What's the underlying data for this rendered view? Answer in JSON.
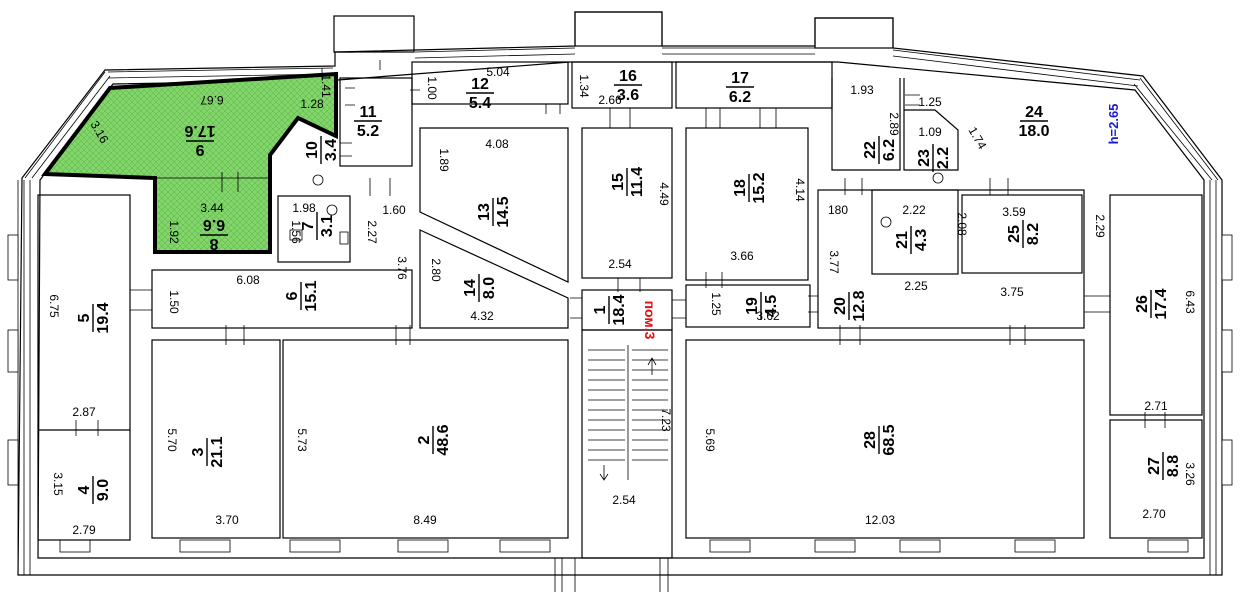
{
  "plan": {
    "height_label": "h=2.65",
    "premise_label": "пом.3",
    "highlight_color": "#7ed46a",
    "rooms": [
      {
        "id": "room-1",
        "num": "1",
        "area": "18.4",
        "rot": -90
      },
      {
        "id": "room-2",
        "num": "2",
        "area": "48.6",
        "rot": -90
      },
      {
        "id": "room-3",
        "num": "3",
        "area": "21.1",
        "rot": -90
      },
      {
        "id": "room-4",
        "num": "4",
        "area": "9.0",
        "rot": -90
      },
      {
        "id": "room-5",
        "num": "5",
        "area": "19.4",
        "rot": -90
      },
      {
        "id": "room-6",
        "num": "6",
        "area": "15.1",
        "rot": -90
      },
      {
        "id": "room-7",
        "num": "7",
        "area": "3.1",
        "rot": -90
      },
      {
        "id": "room-8",
        "num": "8",
        "area": "6.6",
        "rot": 180
      },
      {
        "id": "room-9",
        "num": "9",
        "area": "17.6",
        "rot": 180
      },
      {
        "id": "room-10",
        "num": "10",
        "area": "3.4",
        "rot": -90
      },
      {
        "id": "room-11",
        "num": "11",
        "area": "5.2",
        "rot": 0
      },
      {
        "id": "room-12",
        "num": "12",
        "area": "5.4",
        "rot": 0
      },
      {
        "id": "room-13",
        "num": "13",
        "area": "14.5",
        "rot": -90
      },
      {
        "id": "room-14",
        "num": "14",
        "area": "8.0",
        "rot": -90
      },
      {
        "id": "room-15",
        "num": "15",
        "area": "11.4",
        "rot": -90
      },
      {
        "id": "room-16",
        "num": "16",
        "area": "3.6",
        "rot": 0
      },
      {
        "id": "room-17",
        "num": "17",
        "area": "6.2",
        "rot": 0
      },
      {
        "id": "room-18",
        "num": "18",
        "area": "15.2",
        "rot": -90
      },
      {
        "id": "room-19",
        "num": "19",
        "area": "4.5",
        "rot": -90
      },
      {
        "id": "room-20",
        "num": "20",
        "area": "12.8",
        "rot": -90
      },
      {
        "id": "room-21",
        "num": "21",
        "area": "4.3",
        "rot": -90
      },
      {
        "id": "room-22",
        "num": "22",
        "area": "6.2",
        "rot": -90
      },
      {
        "id": "room-23",
        "num": "23",
        "area": "2.2",
        "rot": -90
      },
      {
        "id": "room-24",
        "num": "24",
        "area": "18.0",
        "rot": 0
      },
      {
        "id": "room-25",
        "num": "25",
        "area": "8.2",
        "rot": -90
      },
      {
        "id": "room-26",
        "num": "26",
        "area": "17.4",
        "rot": -90
      },
      {
        "id": "room-27",
        "num": "27",
        "area": "8.8",
        "rot": -90
      },
      {
        "id": "room-28",
        "num": "28",
        "area": "68.5",
        "rot": -90
      }
    ],
    "dimensions": [
      "6.67",
      "3.16",
      "1.41",
      "1.28",
      "3.44",
      "1.92",
      "1.00",
      "5.04",
      "1.34",
      "2.66",
      "1.93",
      "1.25",
      "2.89",
      "1.09",
      "1.74",
      "4.08",
      "1.89",
      "1.98",
      "1.56",
      "1.60",
      "2.27",
      "3.76",
      "2.80",
      "4.32",
      "4.49",
      "2.54",
      "4.14",
      "3.66",
      "180",
      "2.22",
      "2.08",
      "3.59",
      "2.29",
      "3.77",
      "2.25",
      "3.75",
      "1.25",
      "3.62",
      "6.43",
      "6.08",
      "1.50",
      "6.75",
      "2.87",
      "3.15",
      "2.79",
      "5.70",
      "3.70",
      "5.73",
      "8.49",
      "7.23",
      "2.54",
      "5.69",
      "12.03",
      "2.71",
      "3.26",
      "2.70"
    ]
  }
}
